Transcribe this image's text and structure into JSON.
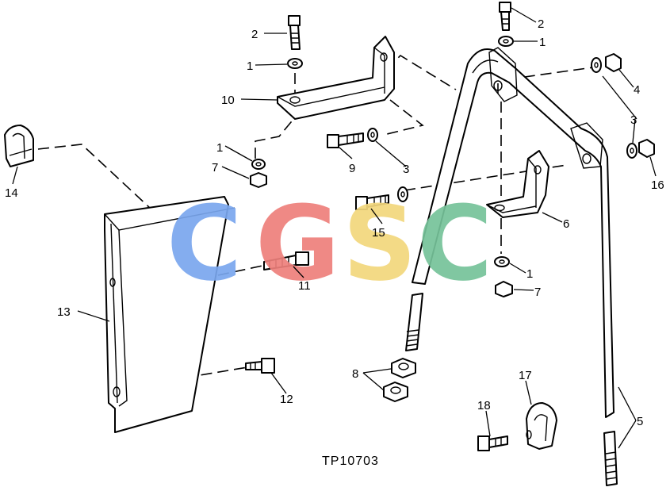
{
  "drawing": {
    "reference": "TP10703",
    "watermark": {
      "letters": [
        {
          "char": "C",
          "color": "#7aa7ee"
        },
        {
          "char": "G",
          "color": "#ee7f7b"
        },
        {
          "char": "S",
          "color": "#f3d77c"
        },
        {
          "char": "C",
          "color": "#76c39a"
        }
      ]
    }
  },
  "callouts": [
    {
      "id": "c2a",
      "label": "2"
    },
    {
      "id": "c1a",
      "label": "1"
    },
    {
      "id": "c10",
      "label": "10"
    },
    {
      "id": "c1b",
      "label": "1"
    },
    {
      "id": "c7a",
      "label": "7"
    },
    {
      "id": "c9",
      "label": "9"
    },
    {
      "id": "c3a",
      "label": "3"
    },
    {
      "id": "c14",
      "label": "14"
    },
    {
      "id": "c15",
      "label": "15"
    },
    {
      "id": "c11",
      "label": "11"
    },
    {
      "id": "c13",
      "label": "13"
    },
    {
      "id": "c12",
      "label": "12"
    },
    {
      "id": "c8",
      "label": "8"
    },
    {
      "id": "c2b",
      "label": "2"
    },
    {
      "id": "c1c",
      "label": "1"
    },
    {
      "id": "c4",
      "label": "4"
    },
    {
      "id": "c3b",
      "label": "3"
    },
    {
      "id": "c16",
      "label": "16"
    },
    {
      "id": "c6",
      "label": "6"
    },
    {
      "id": "c1d",
      "label": "1"
    },
    {
      "id": "c7b",
      "label": "7"
    },
    {
      "id": "c17",
      "label": "17"
    },
    {
      "id": "c18",
      "label": "18"
    },
    {
      "id": "c5",
      "label": "5"
    }
  ]
}
